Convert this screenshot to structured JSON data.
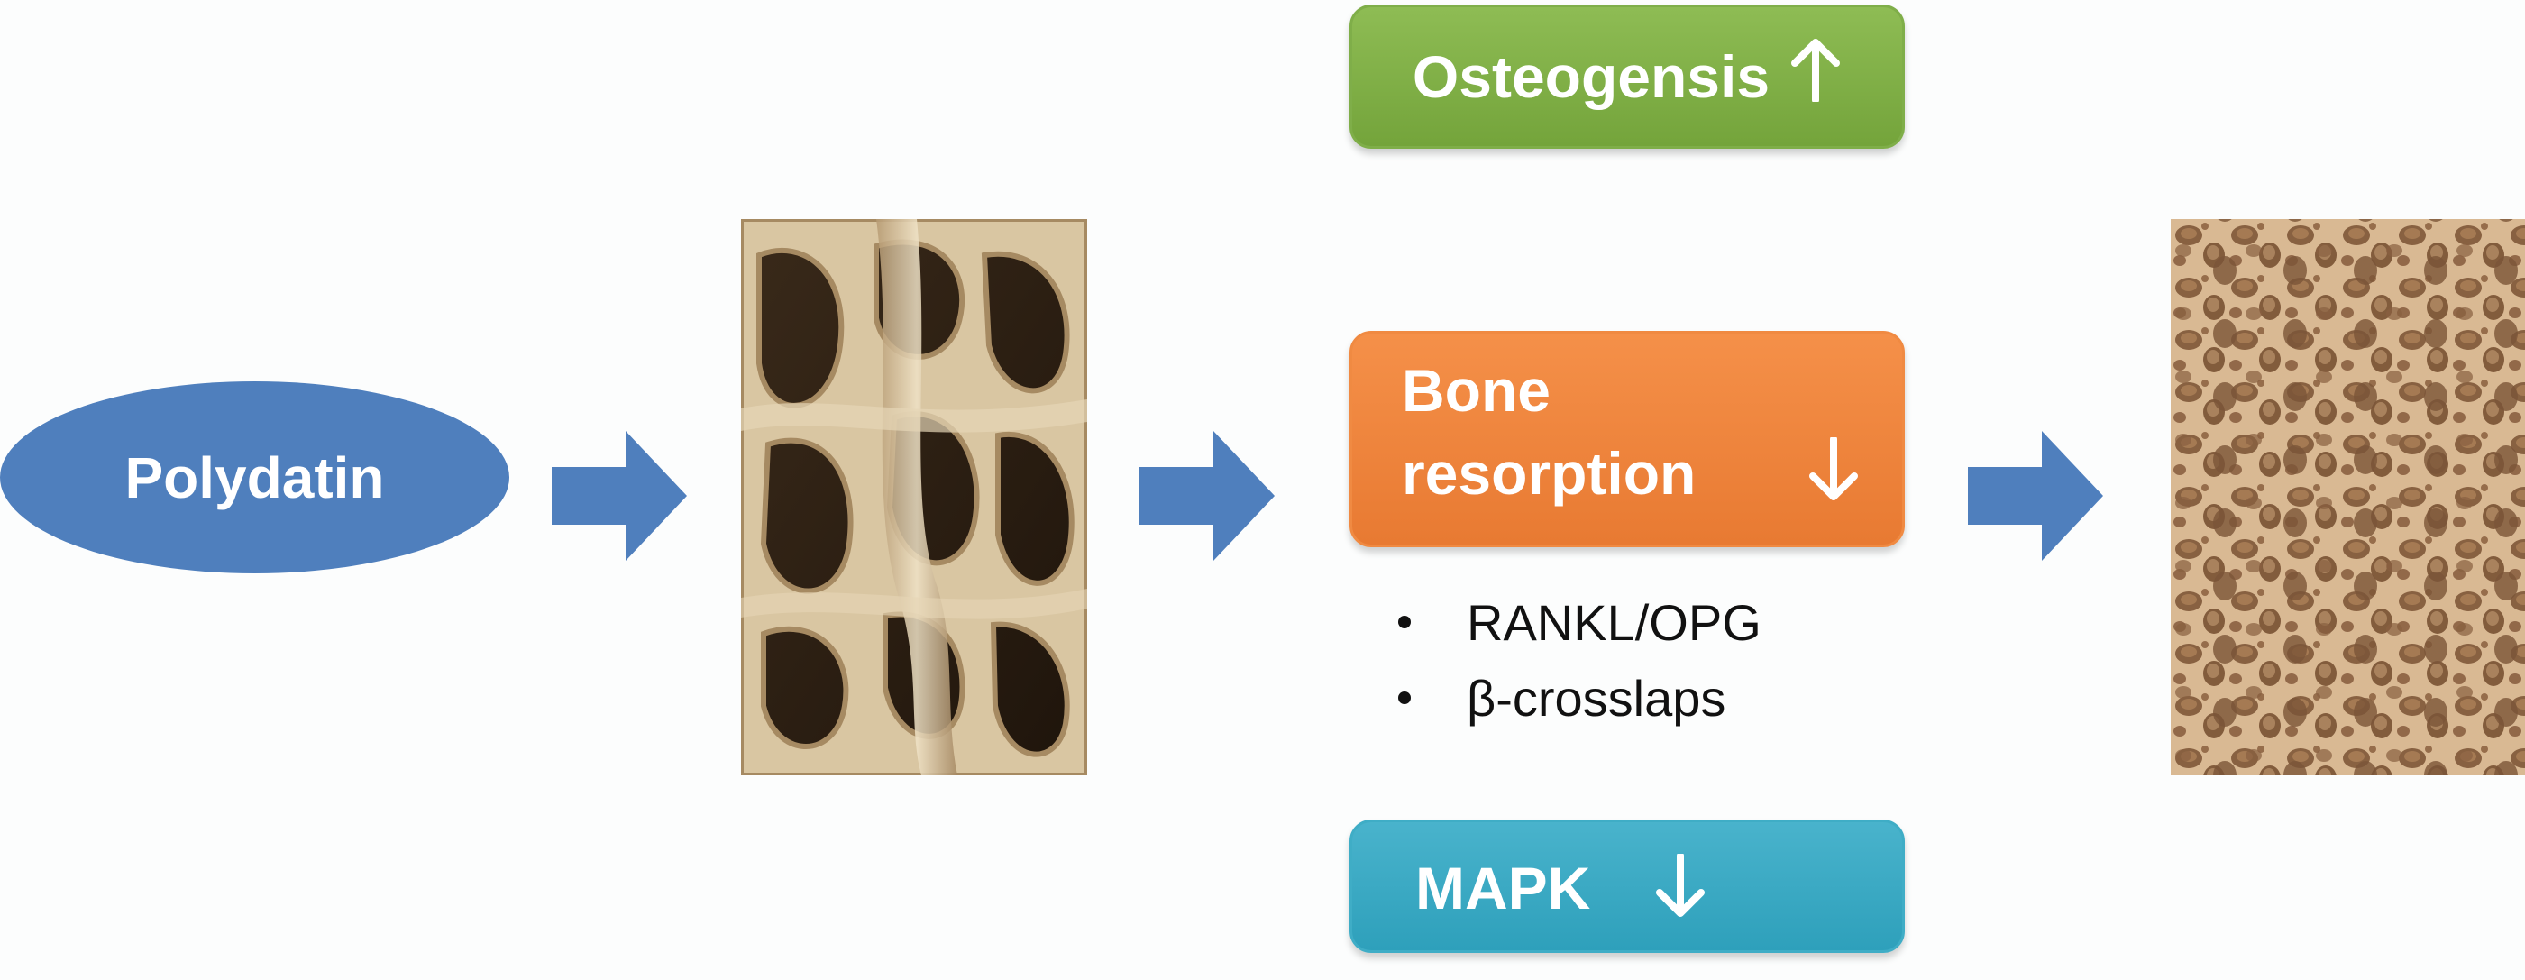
{
  "source": {
    "label": "Polydatin",
    "color": "#4f7fbd"
  },
  "effects": {
    "osteogenesis": {
      "label": "Osteogensis",
      "arrow": "↑",
      "color": "#7fae49"
    },
    "bone_resorption": {
      "label_line1": "Bone",
      "label_line2": "resorption",
      "arrow": "↓",
      "color": "#f08a42",
      "markers": [
        "RANKL/OPG",
        "β-crosslaps"
      ]
    },
    "mapk": {
      "label": "MAPK",
      "arrow": "↓",
      "color": "#3fadc6"
    }
  },
  "images": {
    "before": "bone-before-image",
    "after": "bone-after-image"
  },
  "flow_arrow_color": "#4f7fbd"
}
